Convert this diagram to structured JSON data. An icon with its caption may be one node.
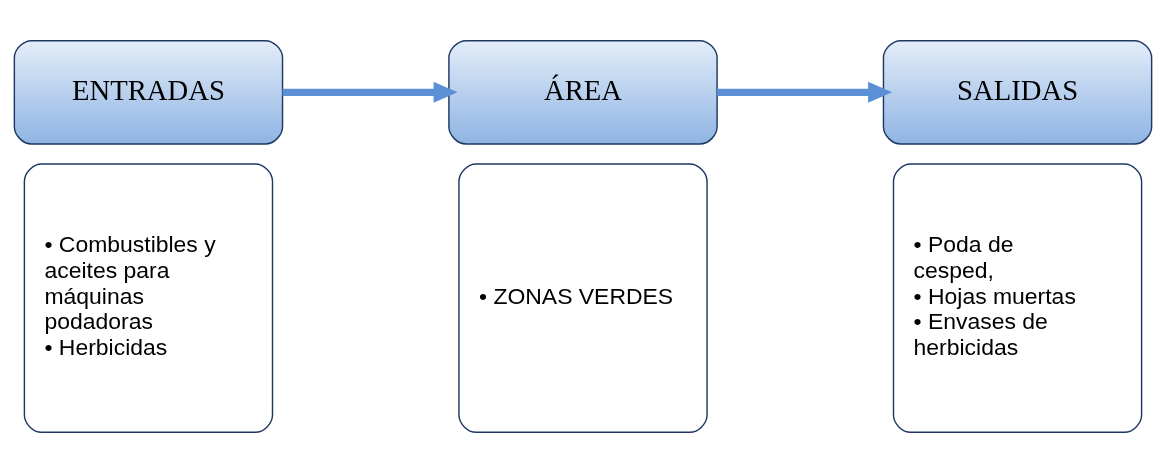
{
  "diagram": {
    "nodes": [
      {
        "text": [
          "ENTRADAS"
        ]
      },
      {
        "text": [
          "• Combustibles y aceites para máquinas podadoras",
          "• Herbicidas"
        ]
      },
      {
        "text": [
          "ÁREA"
        ]
      },
      {
        "text": [
          "• ZONAS VERDES"
        ]
      },
      {
        "text": [
          "SALIDAS"
        ]
      },
      {
        "text": [
          "• Poda de cesped,",
          "• Hojas muertas",
          "• Envases de herbicidas"
        ]
      }
    ],
    "edges": [
      {
        "from": 0,
        "to": 2,
        "arrow": "to"
      },
      {
        "from": 2,
        "to": 4,
        "arrow": "to"
      }
    ]
  }
}
